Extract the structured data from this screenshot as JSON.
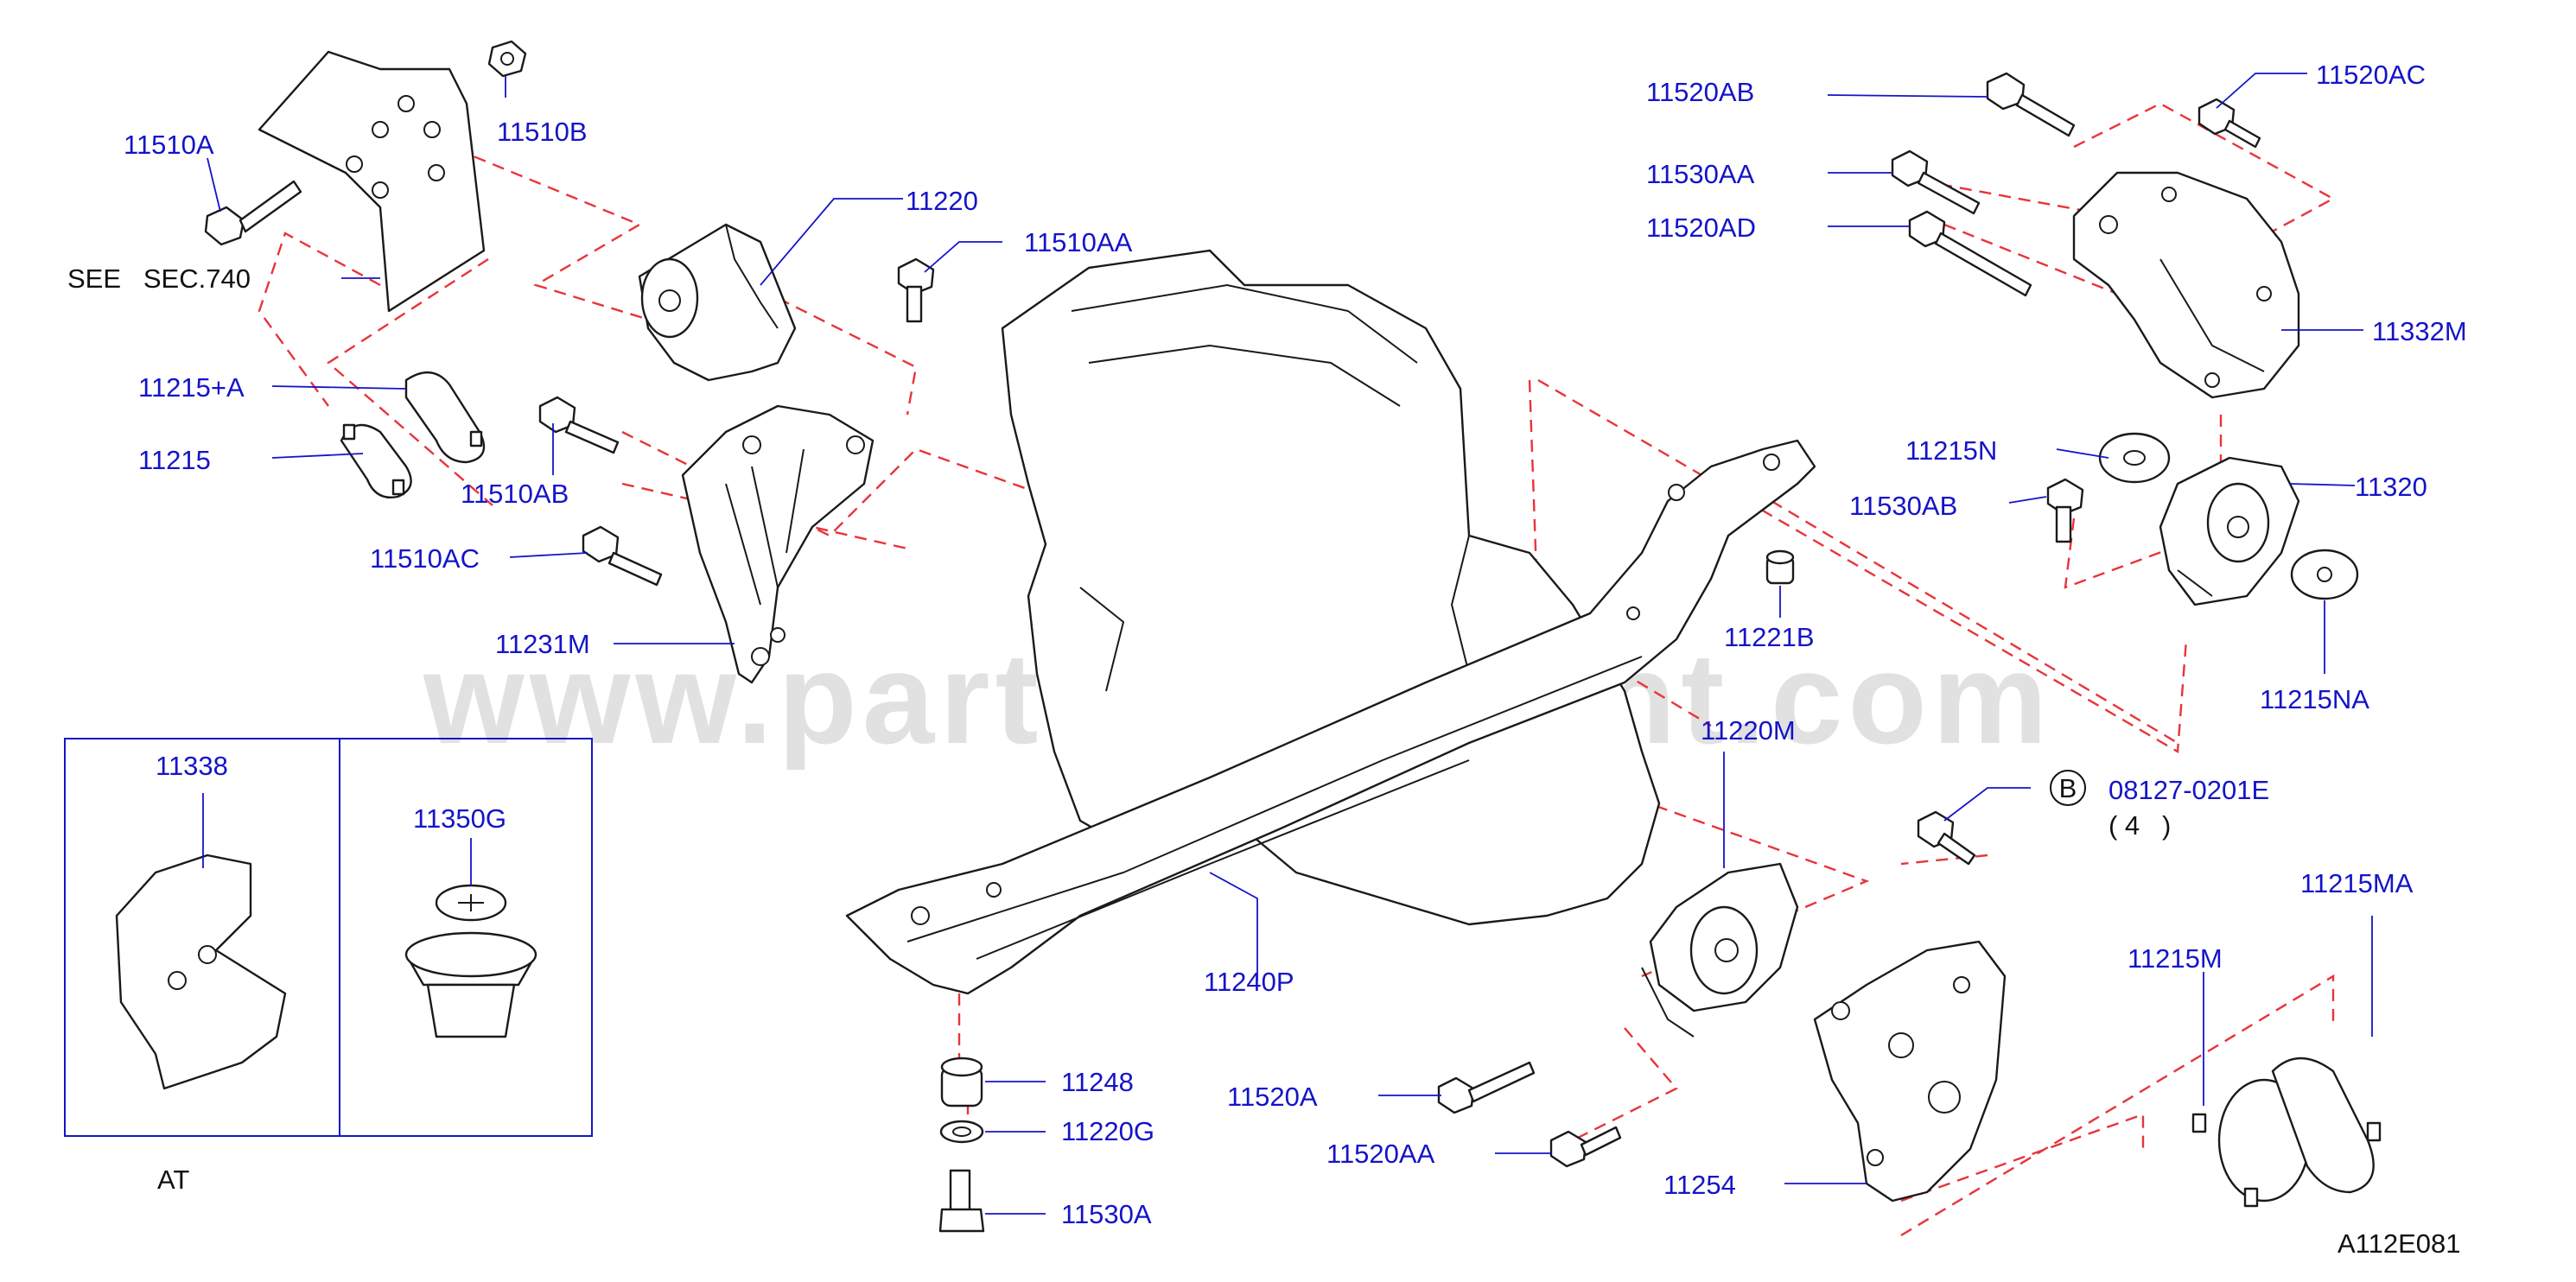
{
  "diagram": {
    "code": "A112E081",
    "watermark": "www.partsassistant.com",
    "see_note": "SEE   SEC.740",
    "at_label": "AT",
    "callout_letter": "B",
    "callout_qty": "( 4   )",
    "colors": {
      "label": "#1414c8",
      "dash": "#e8343a",
      "line": "#1a1a1a",
      "watermark": "#c8c8c8"
    },
    "parts": {
      "p11510A": "11510A",
      "p11510B": "11510B",
      "p11220": "11220",
      "p11510AA": "11510AA",
      "p11215A": "11215+A",
      "p11215": "11215",
      "p11510AB": "11510AB",
      "p11510AC": "11510AC",
      "p11231M": "11231M",
      "p11338": "11338",
      "p11350G": "11350G",
      "p11248": "11248",
      "p11220G": "11220G",
      "p11530A": "11530A",
      "p11240P": "11240P",
      "p11520AB": "11520AB",
      "p11520AC": "11520AC",
      "p11530AA": "11530AA",
      "p11520AD": "11520AD",
      "p11332M": "11332M",
      "p11215N": "11215N",
      "p11530AB": "11530AB",
      "p11320": "11320",
      "p11221B": "11221B",
      "p11215NA": "11215NA",
      "p11220M": "11220M",
      "p08127": "08127-0201E",
      "p11215MA": "11215MA",
      "p11215M": "11215M",
      "p11520A": "11520A",
      "p11520AA": "11520AA",
      "p11254": "11254"
    }
  }
}
